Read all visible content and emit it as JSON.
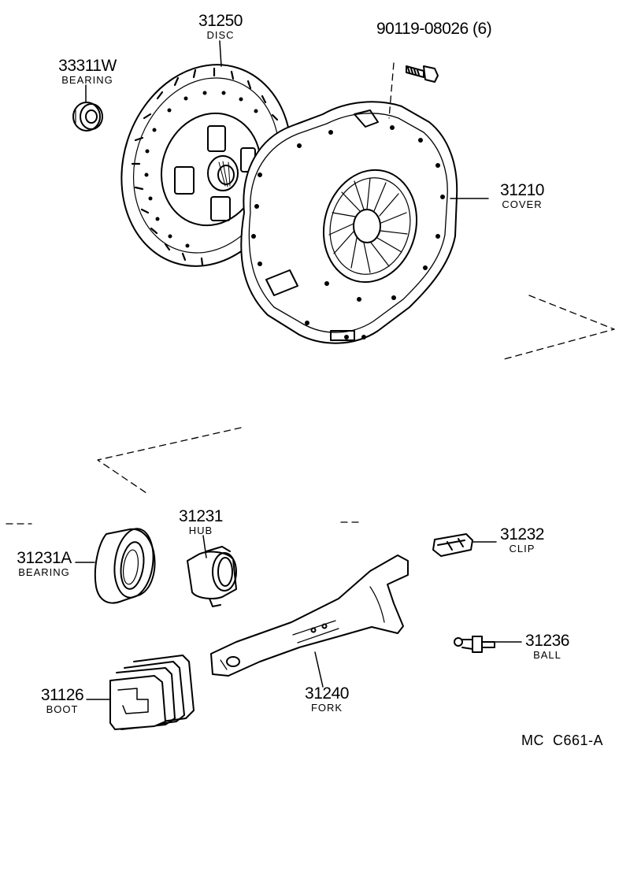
{
  "parts": {
    "bolt": {
      "number": "90119-08026 (6)"
    },
    "disc": {
      "number": "31250",
      "name": "DISC"
    },
    "bearing_release": {
      "number": "33311W",
      "name": "BEARING"
    },
    "cover": {
      "number": "31210",
      "name": "COVER"
    },
    "hub": {
      "number": "31231",
      "name": "HUB"
    },
    "bearing_hub": {
      "number": "31231A",
      "name": "BEARING"
    },
    "clip": {
      "number": "31232",
      "name": "CLIP"
    },
    "ball": {
      "number": "31236",
      "name": "BALL"
    },
    "boot": {
      "number": "31126",
      "name": "BOOT"
    },
    "fork": {
      "number": "31240",
      "name": "FORK"
    }
  },
  "reference_code": "MC  C661-A",
  "colors": {
    "line": "#000000",
    "background": "#ffffff"
  }
}
